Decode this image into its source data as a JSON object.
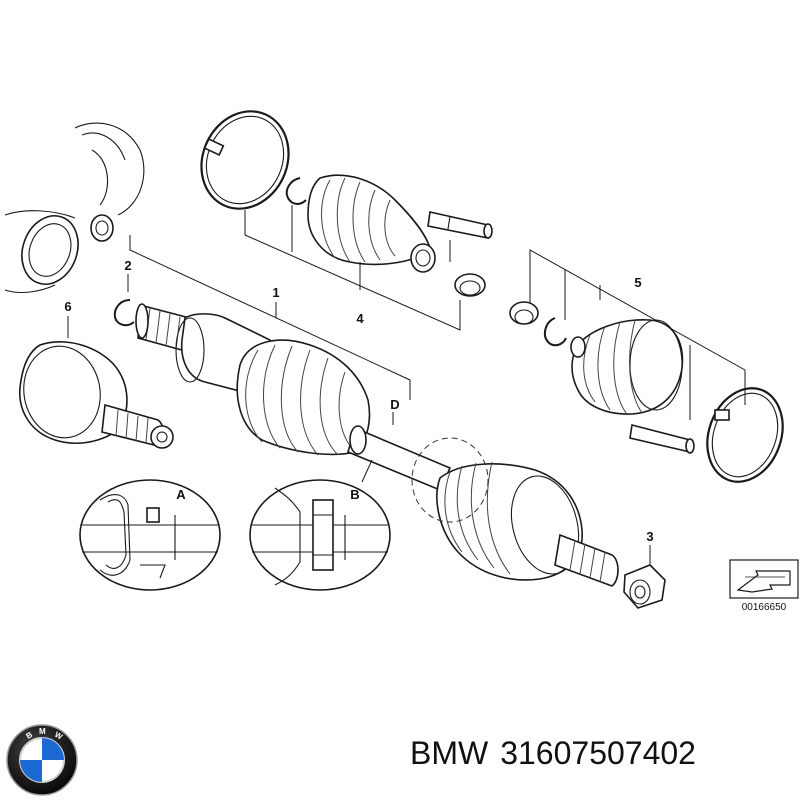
{
  "diagram": {
    "callouts": [
      "1",
      "2",
      "3",
      "4",
      "5",
      "6",
      "A",
      "B",
      "D"
    ],
    "document_number": "00166650"
  },
  "caption": {
    "brand": "BMW",
    "part_number": "31607507402"
  },
  "logo": {
    "name": "bmw-roundel",
    "ring_text": "BMW",
    "colors": {
      "blue": "#1c69d4",
      "white": "#ffffff",
      "ring": "#111111",
      "silver": "#9a9a9a"
    }
  }
}
